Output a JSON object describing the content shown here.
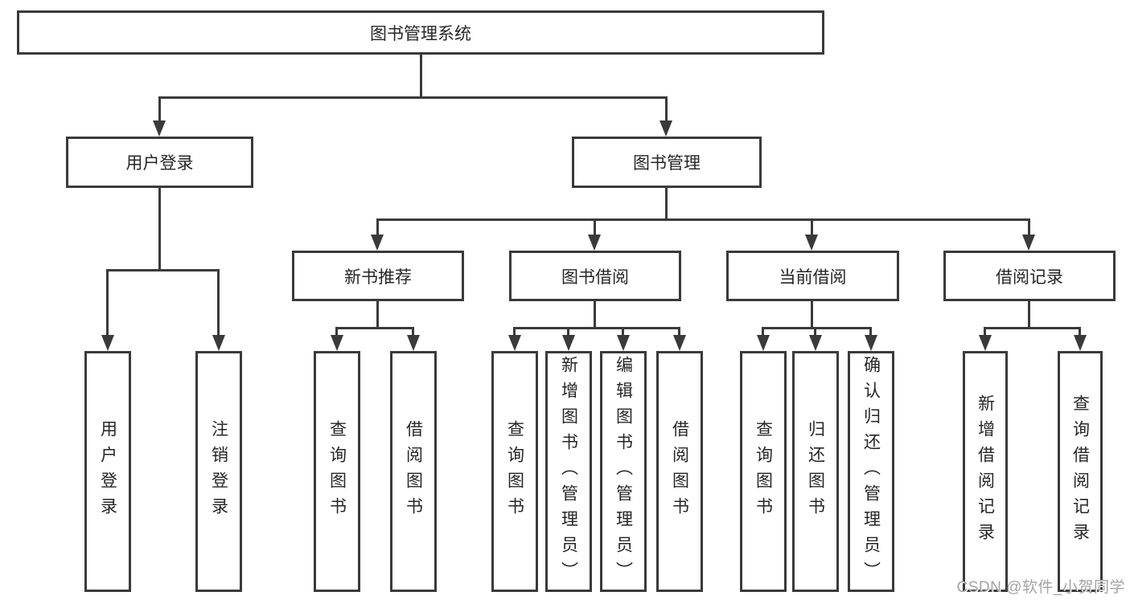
{
  "colors": {
    "line": "#3a3a3a",
    "text": "#262626",
    "watermark": "#a3a3a3",
    "background": "#ffffff"
  },
  "watermark": {
    "text": "CSDN @软件_小贺同学"
  },
  "tree": {
    "root": {
      "label": "图书管理系统",
      "children": [
        {
          "label": "用户登录",
          "children": [
            {
              "label": "用户登录"
            },
            {
              "label": "注销登录"
            }
          ]
        },
        {
          "label": "图书管理",
          "children": [
            {
              "label": "新书推荐",
              "children": [
                {
                  "label": "查询图书"
                },
                {
                  "label": "借阅图书"
                }
              ]
            },
            {
              "label": "图书借阅",
              "children": [
                {
                  "label": "查询图书"
                },
                {
                  "label": "新增图书（管理员）"
                },
                {
                  "label": "编辑图书（管理员）"
                },
                {
                  "label": "借阅图书"
                }
              ]
            },
            {
              "label": "当前借阅",
              "children": [
                {
                  "label": "查询图书"
                },
                {
                  "label": "归还图书"
                },
                {
                  "label": "确认归还（管理员）"
                }
              ]
            },
            {
              "label": "借阅记录",
              "children": [
                {
                  "label": "新增借阅记录"
                },
                {
                  "label": "查询借阅记录"
                }
              ]
            }
          ]
        }
      ]
    }
  }
}
